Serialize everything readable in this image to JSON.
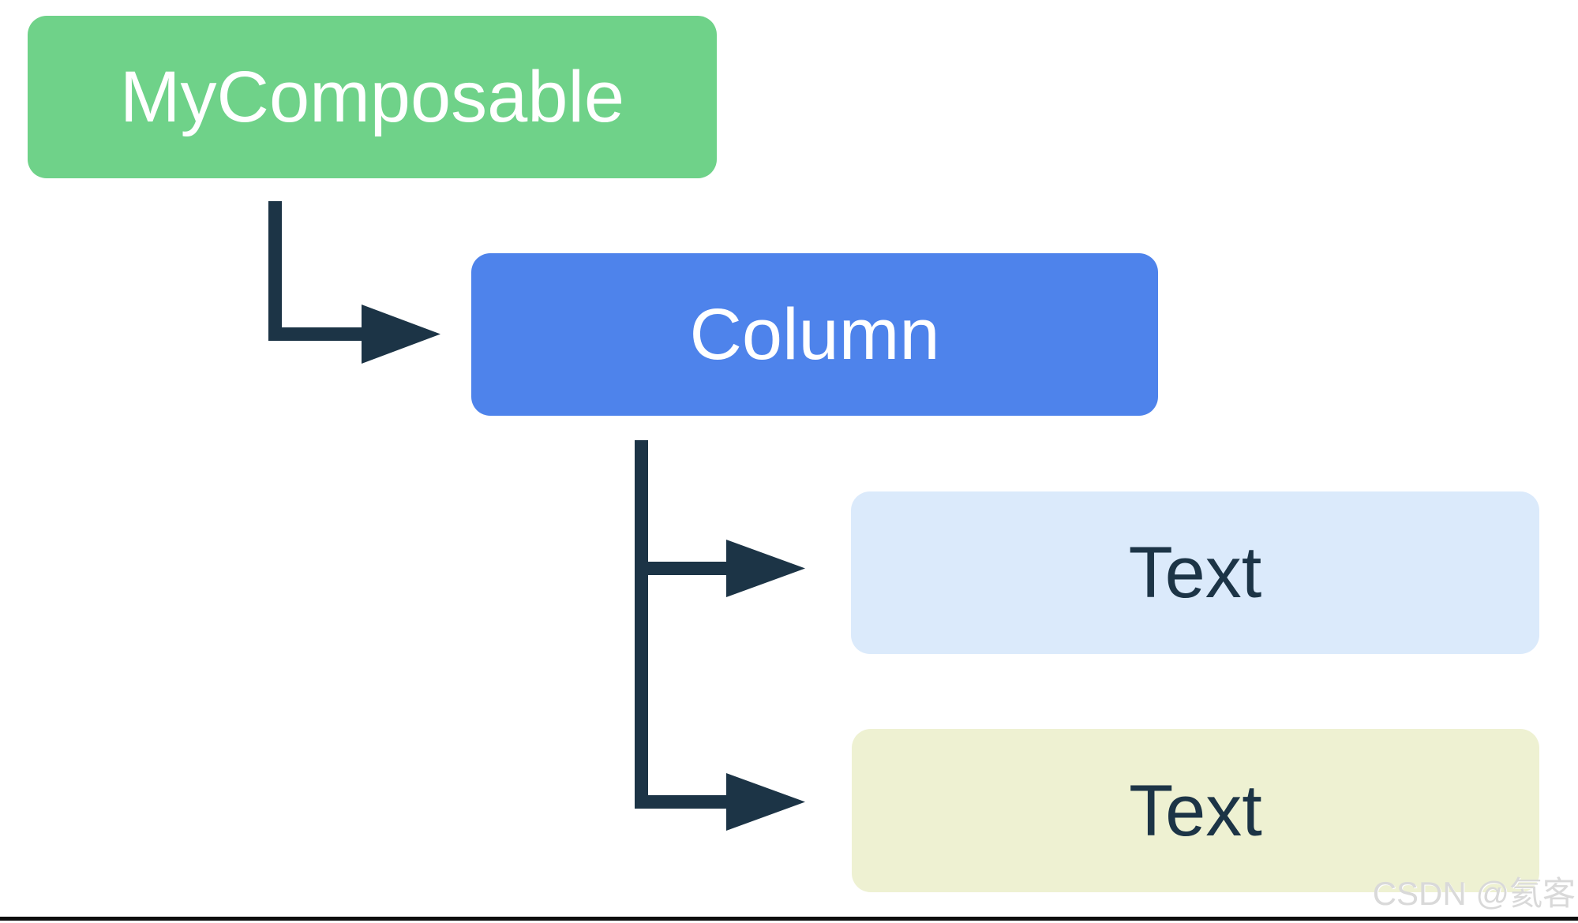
{
  "diagram": {
    "type": "tree",
    "description": "Composable UI hierarchy tree",
    "nodes": [
      {
        "id": "root",
        "label": "MyComposable",
        "bg": "#6FD289",
        "text_color": "#FFFFFF"
      },
      {
        "id": "column",
        "label": "Column",
        "bg": "#4E83EB",
        "text_color": "#FFFFFF"
      },
      {
        "id": "text1",
        "label": "Text",
        "bg": "#DBEAFB",
        "text_color": "#1C3446"
      },
      {
        "id": "text2",
        "label": "Text",
        "bg": "#EEF1D2",
        "text_color": "#1C3446"
      }
    ],
    "edges": [
      {
        "from": "MyComposable",
        "to": "Column"
      },
      {
        "from": "Column",
        "to": "Text"
      },
      {
        "from": "Column",
        "to": "Text"
      }
    ],
    "arrow_color": "#1C3446"
  },
  "watermark": {
    "text": "CSDN @氦客",
    "color": "#D9D9D9"
  }
}
